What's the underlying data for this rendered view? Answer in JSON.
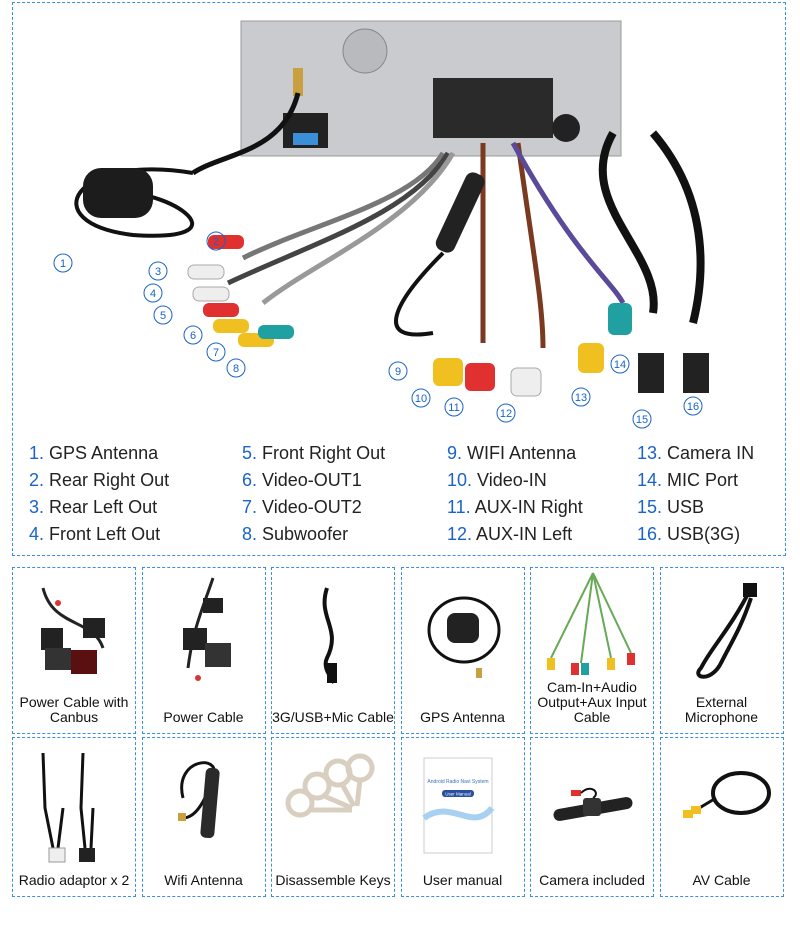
{
  "diagram": {
    "markers": [
      "1",
      "2",
      "3",
      "4",
      "5",
      "6",
      "7",
      "8",
      "9",
      "10",
      "11",
      "12",
      "13",
      "14",
      "15",
      "16"
    ]
  },
  "legend": [
    {
      "num": "1.",
      "label": "GPS Antenna"
    },
    {
      "num": "2.",
      "label": "Rear Right Out"
    },
    {
      "num": "3.",
      "label": "Rear Left Out"
    },
    {
      "num": "4.",
      "label": "Front Left Out"
    },
    {
      "num": "5.",
      "label": "Front Right Out"
    },
    {
      "num": "6.",
      "label": "Video-OUT1"
    },
    {
      "num": "7.",
      "label": "Video-OUT2"
    },
    {
      "num": "8.",
      "label": "Subwoofer"
    },
    {
      "num": "9.",
      "label": "WIFI Antenna"
    },
    {
      "num": "10.",
      "label": "Video-IN"
    },
    {
      "num": "11.",
      "label": "AUX-IN Right"
    },
    {
      "num": "12.",
      "label": "AUX-IN Left"
    },
    {
      "num": "13.",
      "label": "Camera IN"
    },
    {
      "num": "14.",
      "label": "MIC Port"
    },
    {
      "num": "15.",
      "label": "USB"
    },
    {
      "num": "16.",
      "label": "USB(3G)"
    }
  ],
  "accessories": [
    {
      "label": "Power Cable with Canbus",
      "icon": "power-cable-canbus"
    },
    {
      "label": "Power Cable",
      "icon": "power-cable"
    },
    {
      "label": "3G/USB+Mic Cable",
      "icon": "usb-mic-cable"
    },
    {
      "label": "GPS Antenna",
      "icon": "gps-antenna"
    },
    {
      "label": "Cam-In+Audio Output+Aux Input Cable",
      "icon": "rca-cable"
    },
    {
      "label": "External Microphone",
      "icon": "microphone"
    },
    {
      "label": "Radio adaptor x 2",
      "icon": "radio-adaptor"
    },
    {
      "label": "Wifi Antenna",
      "icon": "wifi-antenna"
    },
    {
      "label": "Disassemble Keys",
      "icon": "keys"
    },
    {
      "label": "User manual",
      "icon": "manual"
    },
    {
      "label": "Camera included",
      "icon": "camera"
    },
    {
      "label": "AV Cable",
      "icon": "av-cable"
    }
  ],
  "manual": {
    "title": "Android Radio Navi System",
    "badge": "User Manual"
  },
  "colors": {
    "border": "#3b8ee8",
    "number": "#1a63c8"
  }
}
